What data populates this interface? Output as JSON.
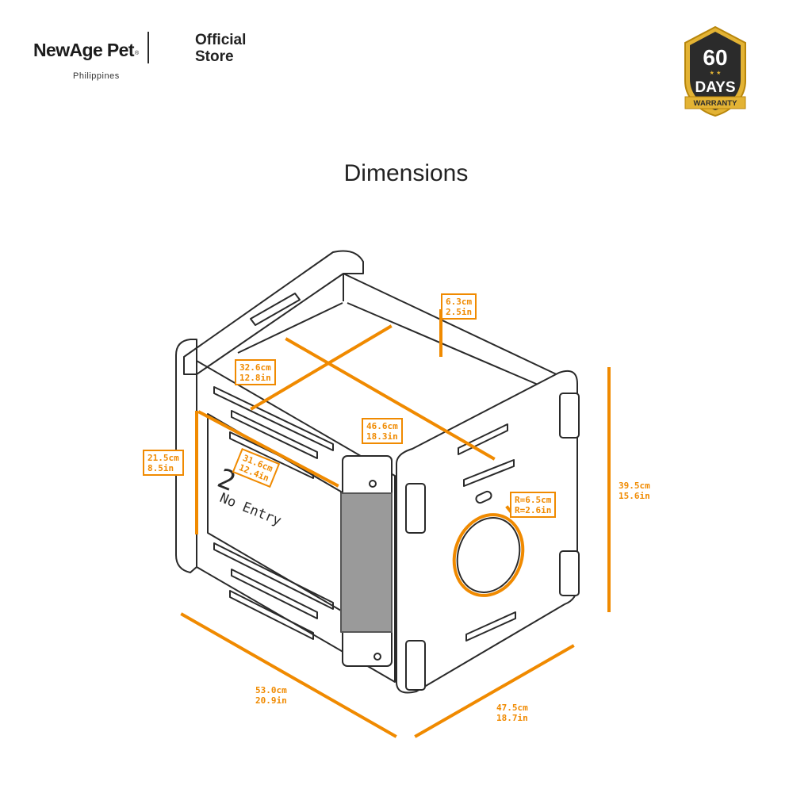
{
  "brand": {
    "name": "NewAge Pet",
    "registered": "®",
    "country": "Philippines",
    "store_line1": "Official",
    "store_line2": "Store"
  },
  "badge": {
    "number": "60",
    "days": "DAYS",
    "warranty": "WARRANTY"
  },
  "title": "Dimensions",
  "panel_text": {
    "number": "2",
    "label": "No Entry"
  },
  "dimensions": {
    "thickness": {
      "cm": "6.3cm",
      "in": "2.5in"
    },
    "inner_depth": {
      "cm": "32.6cm",
      "in": "12.8in"
    },
    "inner_width": {
      "cm": "46.6cm",
      "in": "18.3in"
    },
    "panel_width": {
      "cm": "31.6cm",
      "in": "12.4in"
    },
    "panel_height": {
      "cm": "21.5cm",
      "in": "8.5in"
    },
    "hole_radius": {
      "cm": "R=6.5cm",
      "in": "R=2.6in"
    },
    "total_height": {
      "cm": "39.5cm",
      "in": "15.6in"
    },
    "length": {
      "cm": "53.0cm",
      "in": "20.9in"
    },
    "depth": {
      "cm": "47.5cm",
      "in": "18.7in"
    }
  },
  "colors": {
    "accent": "#f08a00",
    "outline": "#2a2a2a",
    "badge_gold": "#e3b334",
    "badge_dark": "#2b2b2b"
  }
}
